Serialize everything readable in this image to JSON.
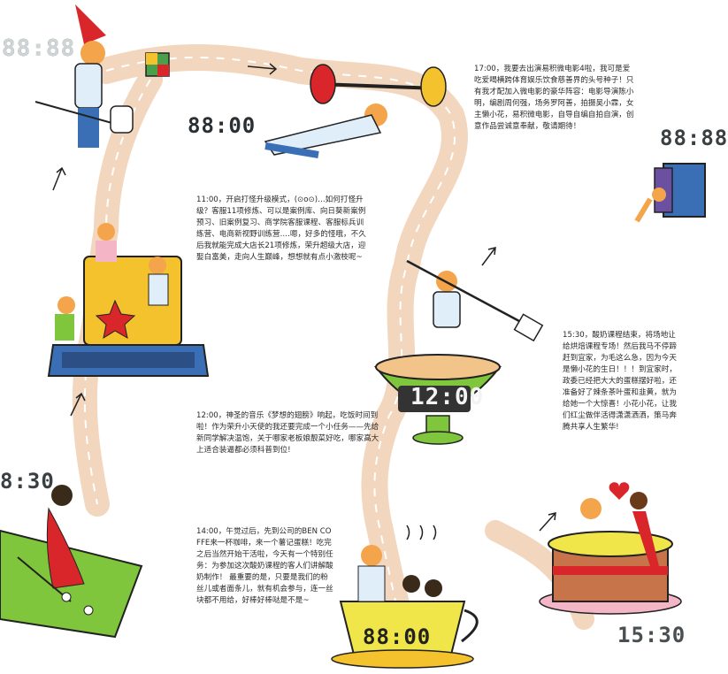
{
  "text_blocks": [
    {
      "id": "17",
      "text": "17:00，我要去出演易积微电影4啦，我可是爱吃爱喝横跨体育娱乐饮食慈善界的头号种子！只有我才配加入微电影的豪华阵容：电影导演陈小明，编剧周何强，场务罗阿善，拍摄吴小霖，女主懒小花，易积微电影，自导自编自拍自演，创意作品尝诚意奉献，敬请期待！"
    },
    {
      "id": "11",
      "text": "11:00，开启打怪升级模式，(⊙o⊙)…如何打怪升级？客服11项修炼、可以是案例库、向日葵新案例预习、旧案例复习、商学院客服课程、客服标兵训练营、电商新视野训练营….嗯，好多的怪哦，不久后我就能完成大店长21项修炼，荣升超级大店，迎娶白富美，走向人生巅峰，想想就有点小激枝呢~"
    },
    {
      "id": "15",
      "text": "15:30，酸奶课程结束，将场地让给烘焙课程专场！然后我马不停蹄赶到宜家，为毛这么急，因为今天是懒小花的生日！！！到宜家时，政委已经把大大的蛋糕摆好啦，还准备好了辣条茶叶蛋和韭黄，就为给她一个大惊喜！小花小花，让我们红尘做伴活得潇潇洒洒，策马奔腾共享人生繁华!"
    },
    {
      "id": "12",
      "text": "12:00，神圣的音乐《梦想的翅膀》响起，吃饭时间到啦！作为荣升小天使的我还要完成一个小任务——先给新同学解决温饱，关于哪家老板娘靓菜好吃，哪家高大上适合装逼都必须科普到位!"
    },
    {
      "id": "14",
      "text": "14:00，午觉过后，先到公司的BEN COFFE来一杯咖啡，来一个薯记蛋糕！吃完之后当然开始干活啦，今天有一个特别任务：为参加这次酸奶课程的客人们讲解酸奶制作！ 最重要的是，只要是我们的粉丝儿或者面条儿，就有机会参与，连一丝块都不用给，好棒好棒哒是不是~"
    }
  ],
  "clocks": {
    "top_left": "88:88",
    "mid_left": "88:00",
    "right_top": "88:88",
    "bowl": "12:00",
    "bottom_left": "8:30",
    "cup": "88:00",
    "bottom_right": "15:30"
  },
  "colors": {
    "path": "#f2d6bd",
    "path_dash": "#ffffff",
    "bowl_green": "#7fc63c",
    "cup_yellow": "#f0e64a",
    "cake_pink": "#f4b6c7",
    "accent_red": "#d9262a",
    "laptop_yellow": "#f3c22c",
    "laptop_blue": "#3a6fb6"
  }
}
